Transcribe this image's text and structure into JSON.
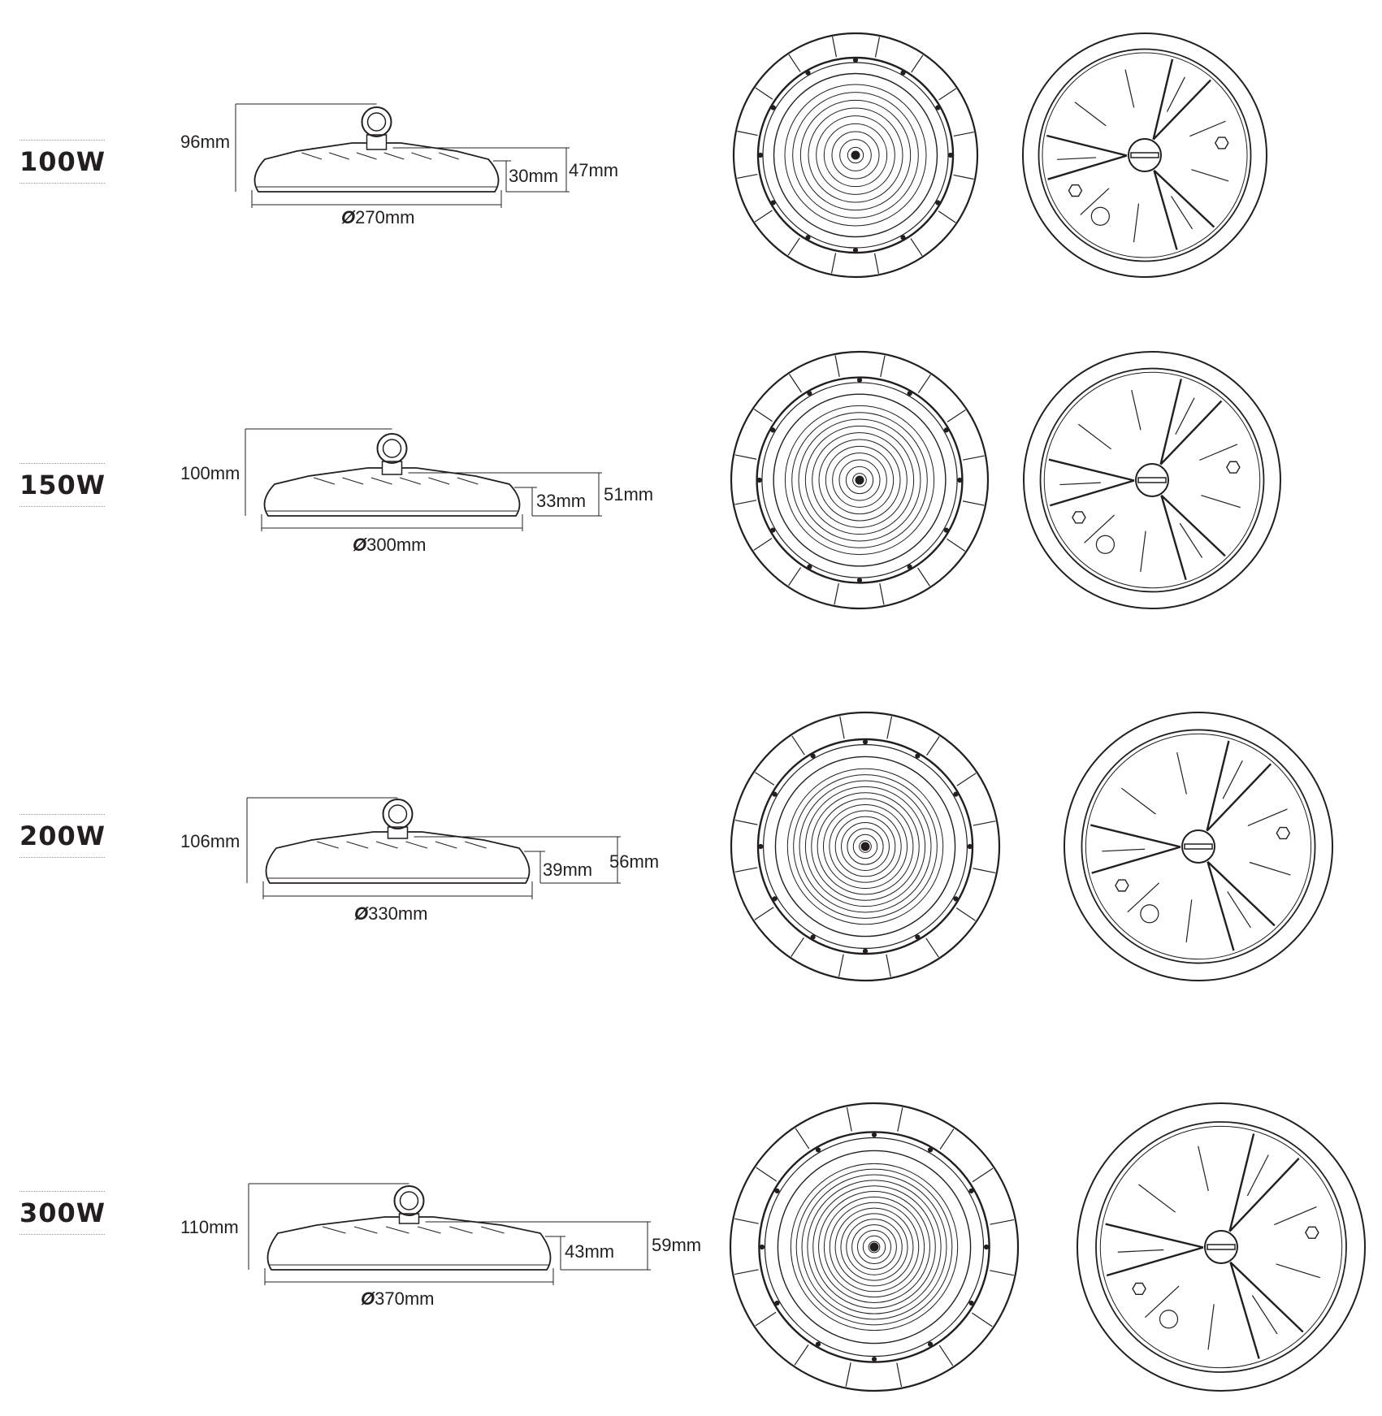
{
  "models": [
    {
      "wattage": "100W",
      "total_height": "96mm",
      "body_height": "47mm",
      "lamp_height": "30mm",
      "diameter": "270mm",
      "diameter_symbol": "Ø"
    },
    {
      "wattage": "150W",
      "total_height": "100mm",
      "body_height": "51mm",
      "lamp_height": "33mm",
      "diameter": "300mm",
      "diameter_symbol": "Ø"
    },
    {
      "wattage": "200W",
      "total_height": "106mm",
      "body_height": "56mm",
      "lamp_height": "39mm",
      "diameter": "330mm",
      "diameter_symbol": "Ø"
    },
    {
      "wattage": "300W",
      "total_height": "110mm",
      "body_height": "59mm",
      "lamp_height": "43mm",
      "diameter": "370mm",
      "diameter_symbol": "Ø"
    }
  ],
  "colors": {
    "line": "#231f20",
    "divider": "#9a9a9a",
    "background": "#ffffff"
  }
}
